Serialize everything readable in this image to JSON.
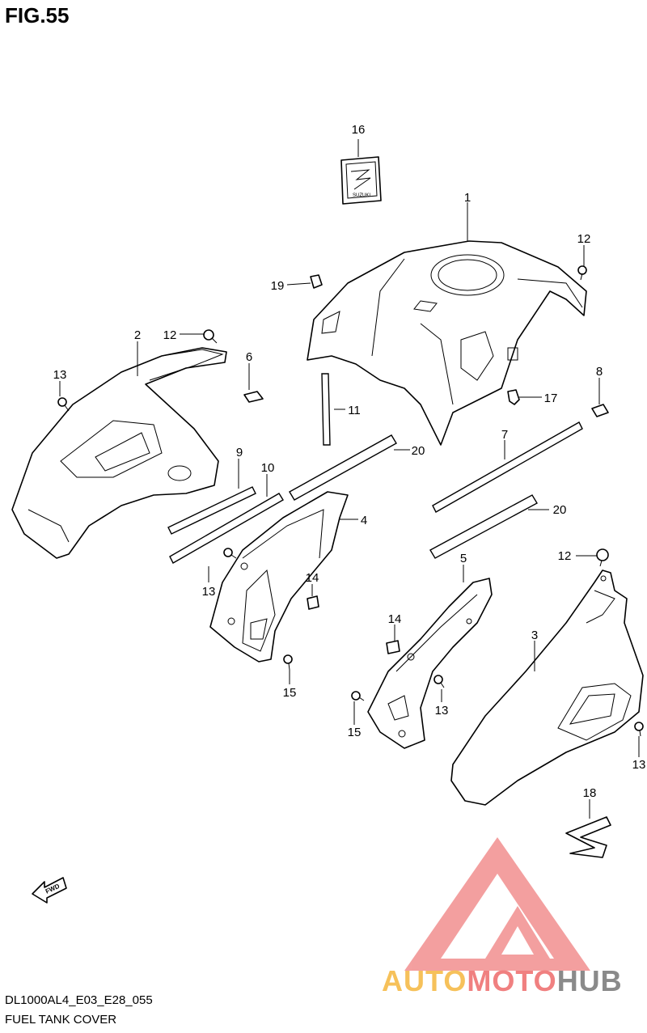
{
  "figure": {
    "title": "FIG.55",
    "model_code": "DL1000AL4_E03_E28_055",
    "name": "FUEL TANK COVER",
    "fwd_label": "FWD"
  },
  "callouts": {
    "c1": "1",
    "c2": "2",
    "c3": "3",
    "c4": "4",
    "c5": "5",
    "c6": "6",
    "c7": "7",
    "c8": "8",
    "c9": "9",
    "c10": "10",
    "c11": "11",
    "c12a": "12",
    "c12b": "12",
    "c12c": "12",
    "c13a": "13",
    "c13b": "13",
    "c13c": "13",
    "c13d": "13",
    "c14a": "14",
    "c14b": "14",
    "c15a": "15",
    "c15b": "15",
    "c16": "16",
    "c17": "17",
    "c18": "18",
    "c19": "19",
    "c20a": "20",
    "c20b": "20"
  },
  "watermark": {
    "part1": "AUTO",
    "part2": "MOTO",
    "part3": "HUB",
    "colors": {
      "auto": "#f6c15a",
      "moto": "#f08080",
      "hub": "#8a8a8a",
      "logo": "#f08080"
    }
  },
  "emblem_text": "SUZUKI"
}
